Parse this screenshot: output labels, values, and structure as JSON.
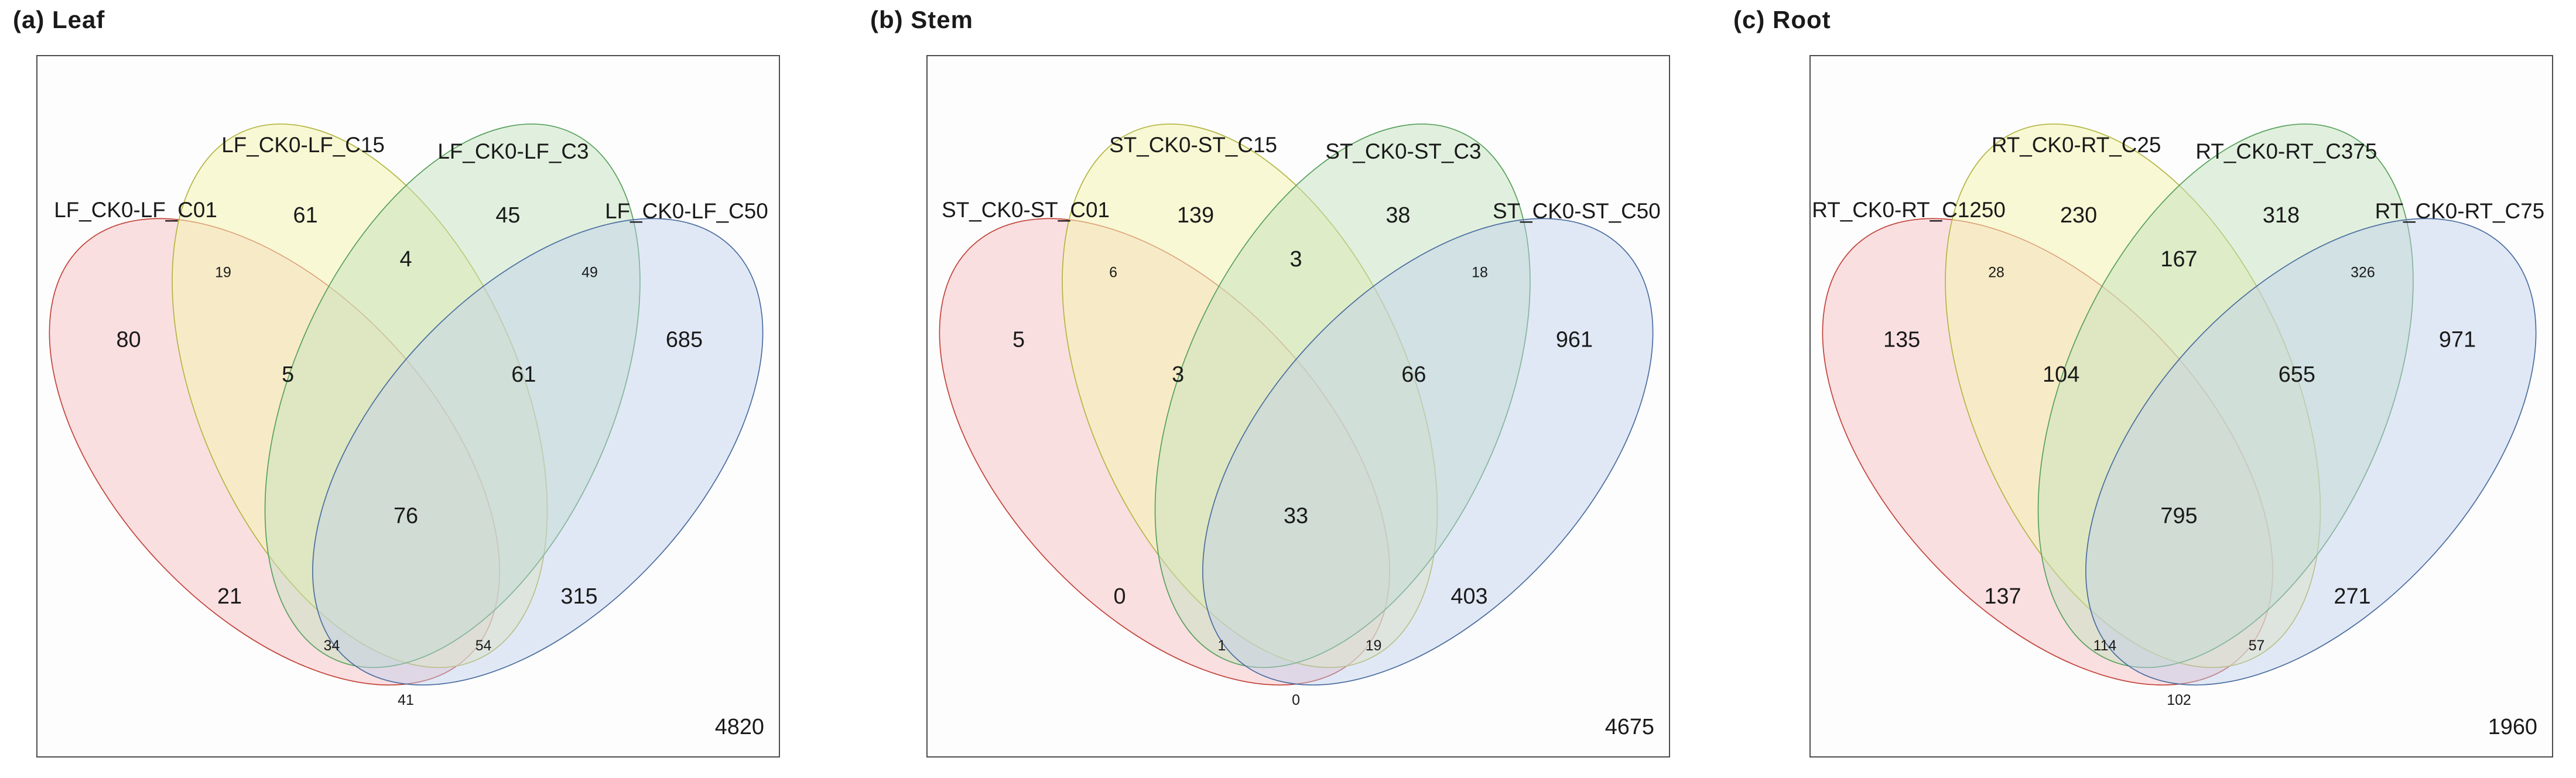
{
  "colors": {
    "box_border": "#4d4d4d",
    "text": "#1a1a1a",
    "set1_stroke": "#c24238",
    "set1_fill": "#f6b6ba",
    "set2_stroke": "#b3b542",
    "set2_fill": "#f4f4b2",
    "set3_stroke": "#57a05c",
    "set3_fill": "#c2e2bd",
    "set4_stroke": "#4a6d9f",
    "set4_fill": "#bfcfec"
  },
  "panels": [
    {
      "title": "(a) Leaf",
      "sets": [
        "LF_CK0-LF_C01",
        "LF_CK0-LF_C15",
        "LF_CK0-LF_C3",
        "LF_CK0-LF_C50"
      ]
    },
    {
      "title": "(b) Stem",
      "sets": [
        "ST_CK0-ST_C01",
        "ST_CK0-ST_C15",
        "ST_CK0-ST_C3",
        "ST_CK0-ST_C50"
      ]
    },
    {
      "title": "(c) Root",
      "sets": [
        "RT_CK0-RT_C1250",
        "RT_CK0-RT_C25",
        "RT_CK0-RT_C375",
        "RT_CK0-RT_C75"
      ]
    }
  ],
  "chart_data": [
    {
      "type": "venn",
      "title": "(a) Leaf",
      "sets": [
        "LF_CK0-LF_C01",
        "LF_CK0-LF_C15",
        "LF_CK0-LF_C3",
        "LF_CK0-LF_C50"
      ],
      "regions": {
        "A": 80,
        "B": 61,
        "C": 45,
        "D": 685,
        "AB": 19,
        "BC": 4,
        "CD": 49,
        "AC": 21,
        "BD": 315,
        "AD": 41,
        "ABC": 5,
        "BCD": 61,
        "ABD": 54,
        "ACD": 34,
        "ABCD": 76
      },
      "outside": 4820
    },
    {
      "type": "venn",
      "title": "(b) Stem",
      "sets": [
        "ST_CK0-ST_C01",
        "ST_CK0-ST_C15",
        "ST_CK0-ST_C3",
        "ST_CK0-ST_C50"
      ],
      "regions": {
        "A": 5,
        "B": 139,
        "C": 38,
        "D": 961,
        "AB": 6,
        "BC": 3,
        "CD": 18,
        "AC": 0,
        "BD": 403,
        "AD": 0,
        "ABC": 3,
        "BCD": 66,
        "ABD": 19,
        "ACD": 1,
        "ABCD": 33
      },
      "outside": 4675
    },
    {
      "type": "venn",
      "title": "(c) Root",
      "sets": [
        "RT_CK0-RT_C1250",
        "RT_CK0-RT_C25",
        "RT_CK0-RT_C375",
        "RT_CK0-RT_C75"
      ],
      "regions": {
        "A": 135,
        "B": 230,
        "C": 318,
        "D": 971,
        "AB": 28,
        "BC": 167,
        "CD": 326,
        "AC": 137,
        "BD": 271,
        "AD": 102,
        "ABC": 104,
        "BCD": 655,
        "ABD": 57,
        "ACD": 114,
        "ABCD": 795
      },
      "outside": 1960
    }
  ]
}
